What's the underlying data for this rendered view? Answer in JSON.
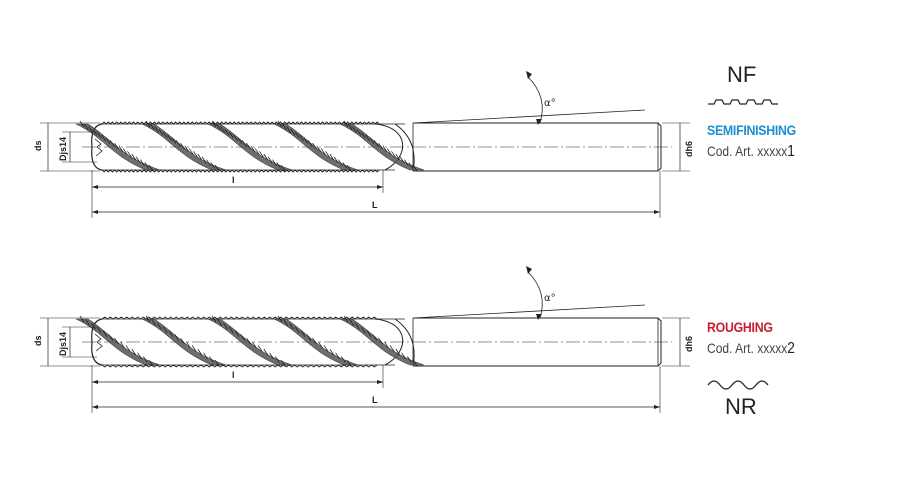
{
  "colors": {
    "semifinishing": "#1a8fd1",
    "roughing": "#c8202e",
    "line": "#222222"
  },
  "tools": [
    {
      "series": "SEMIFINISHING",
      "code_prefix": "Cod. Art. xxxxx",
      "code_suffix": "1",
      "profile": "NF",
      "profile_icon": "flat-wave-profile-icon",
      "dims": {
        "ds": "ds",
        "d1": "Djs14",
        "dh": "dh6",
        "l": "l",
        "L": "L",
        "angle": "α°"
      }
    },
    {
      "series": "ROUGHING",
      "code_prefix": "Cod. Art. xxxxx",
      "code_suffix": "2",
      "profile": "NR",
      "profile_icon": "round-wave-profile-icon",
      "dims": {
        "ds": "ds",
        "d1": "Djs14",
        "dh": "dh6",
        "l": "l",
        "L": "L",
        "angle": "α°"
      }
    }
  ]
}
